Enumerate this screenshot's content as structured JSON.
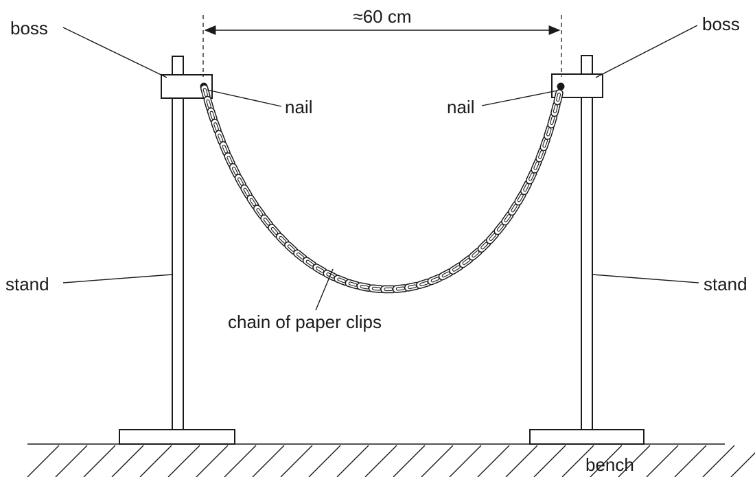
{
  "labels": {
    "boss_left": "boss",
    "boss_right": "boss",
    "nail_left": "nail",
    "nail_right": "nail",
    "stand_left": "stand",
    "stand_right": "stand",
    "chain": "chain of paper clips",
    "bench": "bench",
    "distance": "≈60 cm"
  }
}
